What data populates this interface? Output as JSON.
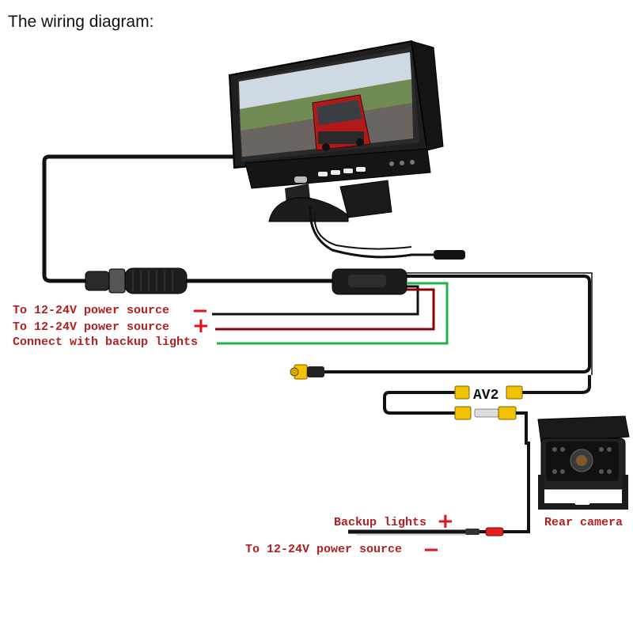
{
  "title": "The wiring diagram:",
  "labels": {
    "power_neg": "To 12-24V power source",
    "power_pos": "To 12-24V power source",
    "backup": "Connect with backup lights",
    "av2": "AV2",
    "rear_camera": "Rear camera",
    "cam_backup": "Backup lights",
    "cam_power": "To 12-24V power source"
  },
  "signs": {
    "minus": "−",
    "plus": "+"
  },
  "colors": {
    "label_red": "#b22020",
    "sign_red": "#e0121b",
    "wire_black": "#111111",
    "wire_red": "#8b0000",
    "wire_green": "#22b14c",
    "rca_yellow": "#f2c200"
  }
}
